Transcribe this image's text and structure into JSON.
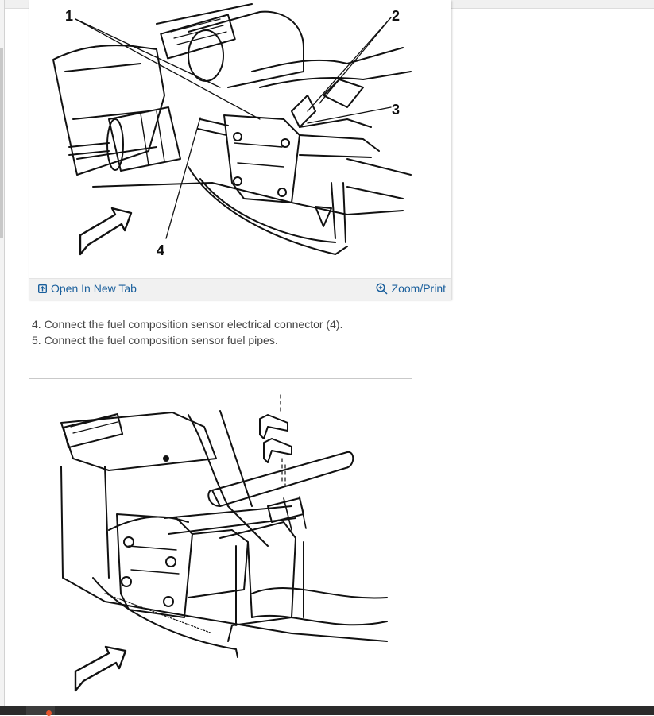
{
  "figure_1": {
    "callouts": [
      "1",
      "2",
      "3",
      "4"
    ],
    "toolbar": {
      "open_label": "Open In New Tab",
      "zoom_label": "Zoom/Print"
    }
  },
  "steps": [
    "4. Connect the fuel composition sensor electrical connector (4).",
    "5. Connect the fuel composition sensor fuel pipes."
  ],
  "colors": {
    "link": "#1a5f9c",
    "toolbar_bg": "#f1f1f1",
    "text": "#444444",
    "taskbar": "#2b2b2b"
  },
  "icons": {
    "open": "open-in-new-tab-icon",
    "zoom": "zoom-in-icon"
  }
}
